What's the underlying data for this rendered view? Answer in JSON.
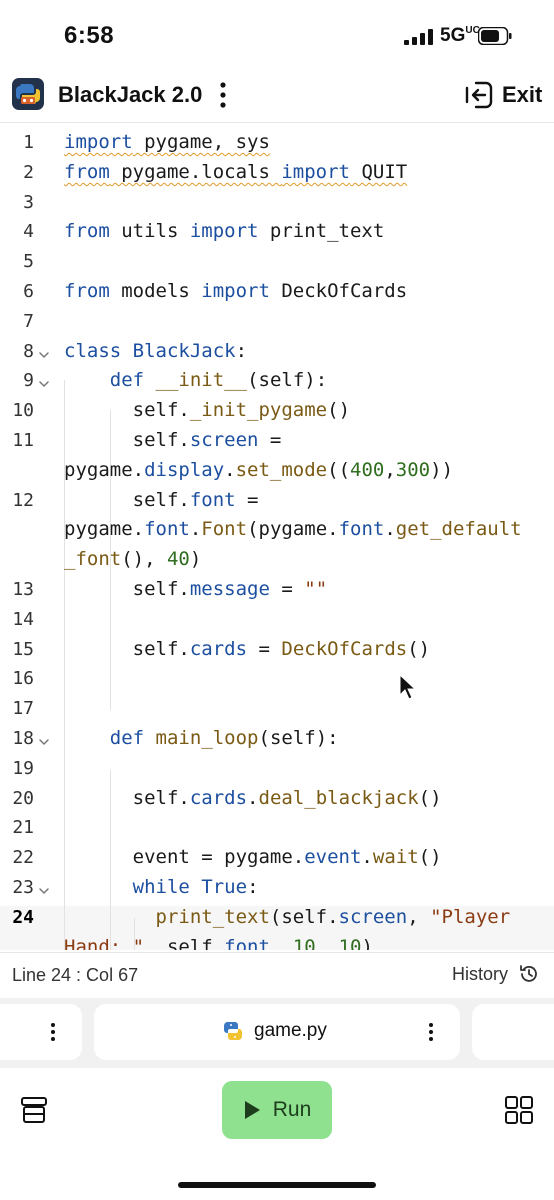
{
  "status_bar": {
    "time": "6:58",
    "network": "5G",
    "network_suffix": "UC"
  },
  "header": {
    "title": "BlackJack 2.0",
    "exit_label": "Exit"
  },
  "editor": {
    "lines": [
      {
        "n": "1",
        "html": "<span class=\"kw squig\">import</span><span class=\"squig\"> pygame, sys</span>"
      },
      {
        "n": "2",
        "html": "<span class=\"kw squig\">from</span><span class=\"squig\"> pygame.locals </span><span class=\"kw squig\">import</span><span class=\"squig\"> QUIT</span>"
      },
      {
        "n": "3",
        "html": ""
      },
      {
        "n": "4",
        "html": "<span class=\"kw\">from</span> utils <span class=\"kw\">import</span> print_text"
      },
      {
        "n": "5",
        "html": ""
      },
      {
        "n": "6",
        "html": "<span class=\"kw\">from</span> models <span class=\"kw\">import</span> DeckOfCards"
      },
      {
        "n": "7",
        "html": ""
      },
      {
        "n": "8",
        "html": "<span class=\"kw\">class</span> <span class=\"kw\">BlackJack</span>:"
      },
      {
        "n": "9",
        "html": "    <span class=\"kw\">def</span> <span class=\"fn\">__init__</span>(self):"
      },
      {
        "n": "10",
        "html": "      self.<span class=\"fn\">_init_pygame</span>()"
      },
      {
        "n": "11",
        "html": "      self.<span class=\"kw\">screen</span> ="
      },
      {
        "n": "",
        "html": "pygame.<span class=\"kw\">display</span>.<span class=\"fn\">set_mode</span>((<span class=\"num\">400</span>,<span class=\"num\">300</span>))"
      },
      {
        "n": "12",
        "html": "      self.<span class=\"kw\">font</span> ="
      },
      {
        "n": "",
        "html": "pygame.<span class=\"kw\">font</span>.<span class=\"fn\">Font</span>(pygame.<span class=\"kw\">font</span>.<span class=\"fn\">get_default</span>"
      },
      {
        "n": "",
        "html": "<span class=\"fn\">_font</span>(), <span class=\"num\">40</span>)"
      },
      {
        "n": "13",
        "html": "      self.<span class=\"kw\">message</span> = <span class=\"str\">\"\"</span>"
      },
      {
        "n": "14",
        "html": ""
      },
      {
        "n": "15",
        "html": "      self.<span class=\"kw\">cards</span> = <span class=\"fn\">DeckOfCards</span>()"
      },
      {
        "n": "16",
        "html": ""
      },
      {
        "n": "17",
        "html": ""
      },
      {
        "n": "18",
        "html": "    <span class=\"kw\">def</span> <span class=\"fn\">main_loop</span>(self):"
      },
      {
        "n": "19",
        "html": ""
      },
      {
        "n": "20",
        "html": "      self.<span class=\"kw\">cards</span>.<span class=\"fn\">deal_blackjack</span>()"
      },
      {
        "n": "21",
        "html": ""
      },
      {
        "n": "22",
        "html": "      event = pygame.<span class=\"kw\">event</span>.<span class=\"fn\">wait</span>()"
      },
      {
        "n": "23",
        "html": "      <span class=\"kw\">while</span> <span class=\"kw\">True</span>:"
      },
      {
        "n": "24",
        "html": "        <span class=\"fn\">print_text</span>(self.<span class=\"kw\">screen</span>, <span class=\"str\">\"Player</span>"
      },
      {
        "n": "",
        "html": "<span class=\"str\">Hand: \"</span>, self.<span class=\"kw\">font</span>, <span class=\"num\">10</span>, <span class=\"num\">10</span>)"
      }
    ],
    "fold_lines": [
      "8",
      "9",
      "18",
      "23"
    ],
    "active_line": "24"
  },
  "statusline": {
    "position": "Line 24 : Col 67",
    "history_label": "History"
  },
  "tabs": {
    "active_file": "game.py"
  },
  "bottom_bar": {
    "run_label": "Run"
  },
  "colors": {
    "run_button": "#8fe08f",
    "keyword": "#1d4fa0",
    "function": "#7a5a14",
    "number": "#2f6d1f",
    "string": "#8a3b12"
  }
}
